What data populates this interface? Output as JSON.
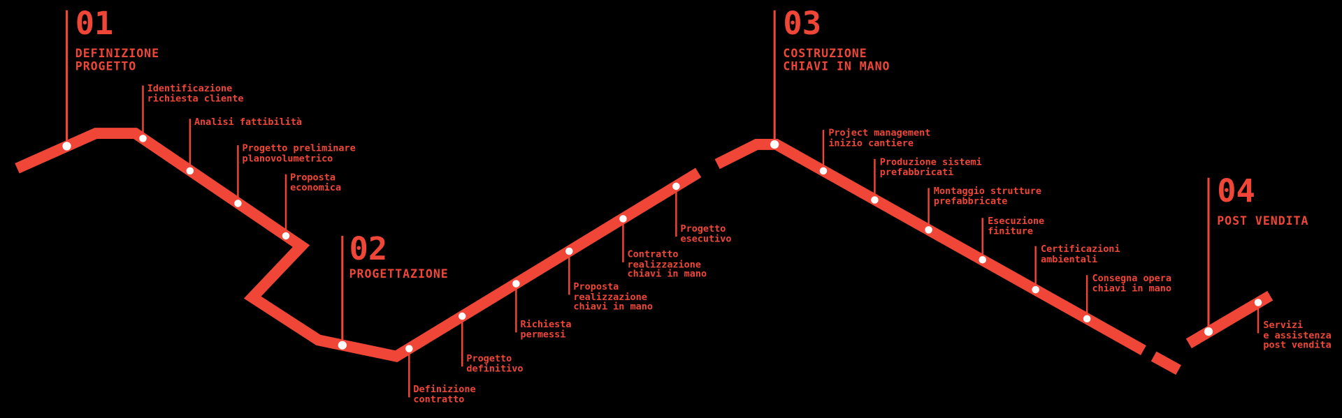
{
  "colors": {
    "background": "#000000",
    "accent": "#ef4638",
    "dot": "#ffffff"
  },
  "phases": [
    {
      "number": "01",
      "title": "DEFINIZIONE\nPROGETTO",
      "milestones": [
        "Identificazione\nrichiesta cliente",
        "Analisi fattibilità",
        "Progetto preliminare\nplanovolumetrico",
        "Proposta\neconomica"
      ]
    },
    {
      "number": "02",
      "title": "PROGETTAZIONE",
      "milestones": [
        "Definizione\ncontratto",
        "Progetto\ndefinitivo",
        "Richiesta\npermessi",
        "Proposta\nrealizzazione\nchiavi in mano",
        "Contratto\nrealizzazione\nchiavi in mano",
        "Progetto\nesecutivo"
      ]
    },
    {
      "number": "03",
      "title": "COSTRUZIONE\nCHIAVI IN MANO",
      "milestones": [
        "Project management\ninizio cantiere",
        "Produzione sistemi\nprefabbricati",
        "Montaggio strutture\nprefabbricate",
        "Esecuzione\nfiniture",
        "Certificazioni\nambientali",
        "Consegna opera\nchiavi in mano"
      ]
    },
    {
      "number": "04",
      "title": "POST VENDITA",
      "milestones": [
        "Servizi\ne assistenza\npost vendita"
      ]
    }
  ]
}
